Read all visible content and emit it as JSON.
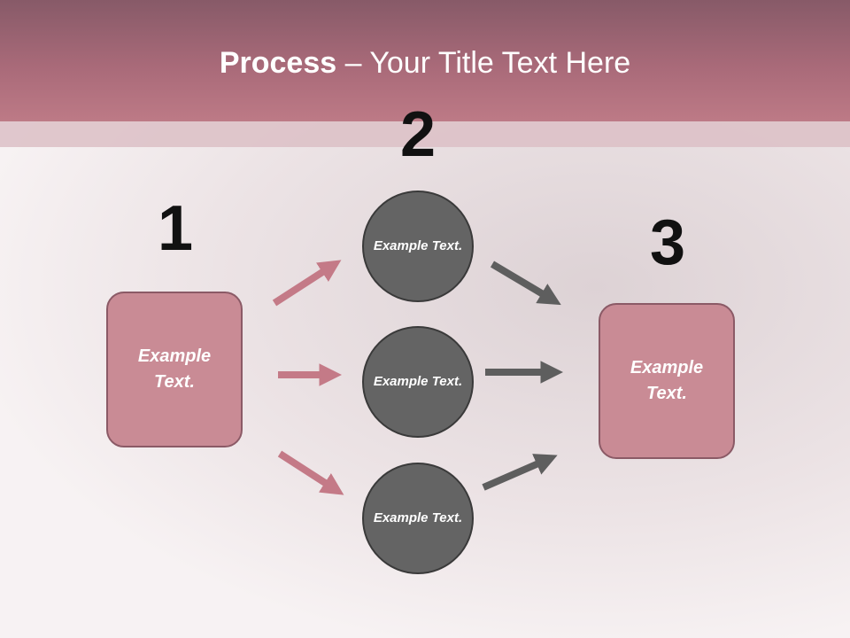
{
  "title": {
    "bold": "Process",
    "dash": " – ",
    "rest": "Your Title Text Here"
  },
  "steps": {
    "one": "1",
    "two": "2",
    "three": "3"
  },
  "nodes": {
    "left": "Example Text.",
    "top": "Example Text.",
    "middle": "Example Text.",
    "bottom": "Example Text.",
    "right": "Example Text."
  },
  "colors": {
    "header": "#a96a79",
    "box_fill": "#c98b95",
    "circle_fill": "#646464",
    "pink_arrow": "#c47a87",
    "gray_arrow": "#5e5e5e"
  }
}
